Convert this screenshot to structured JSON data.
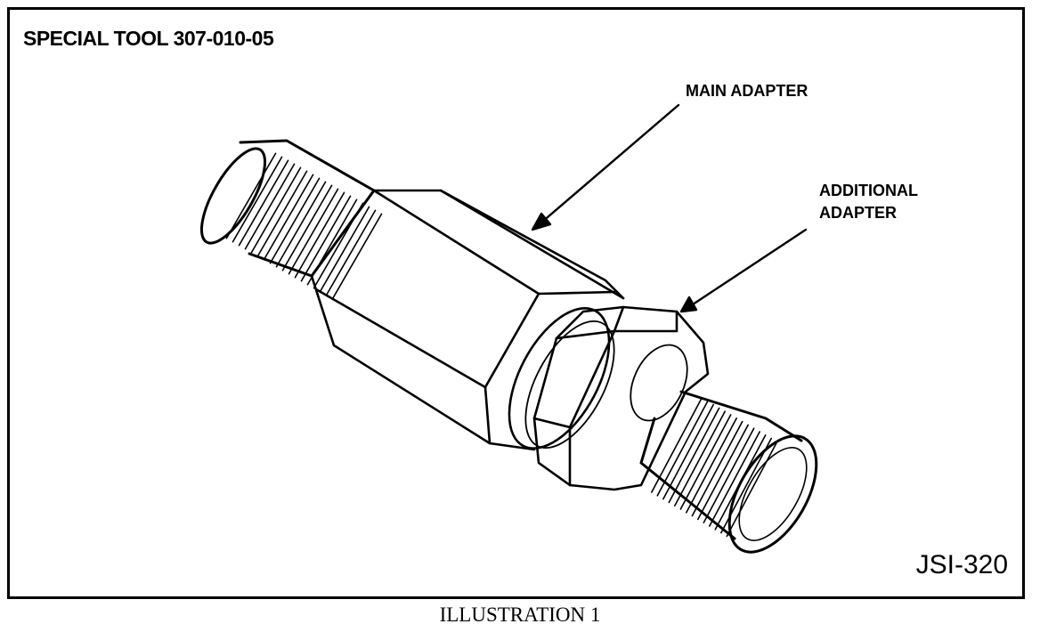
{
  "tool_title": "SPECIAL TOOL 307-010-05",
  "labels": {
    "main_adapter": "MAIN ADAPTER",
    "additional_adapter_line1": "ADDITIONAL",
    "additional_adapter_line2": "ADAPTER"
  },
  "figure_code": "JSI-320",
  "caption": "ILLUSTRATION 1"
}
